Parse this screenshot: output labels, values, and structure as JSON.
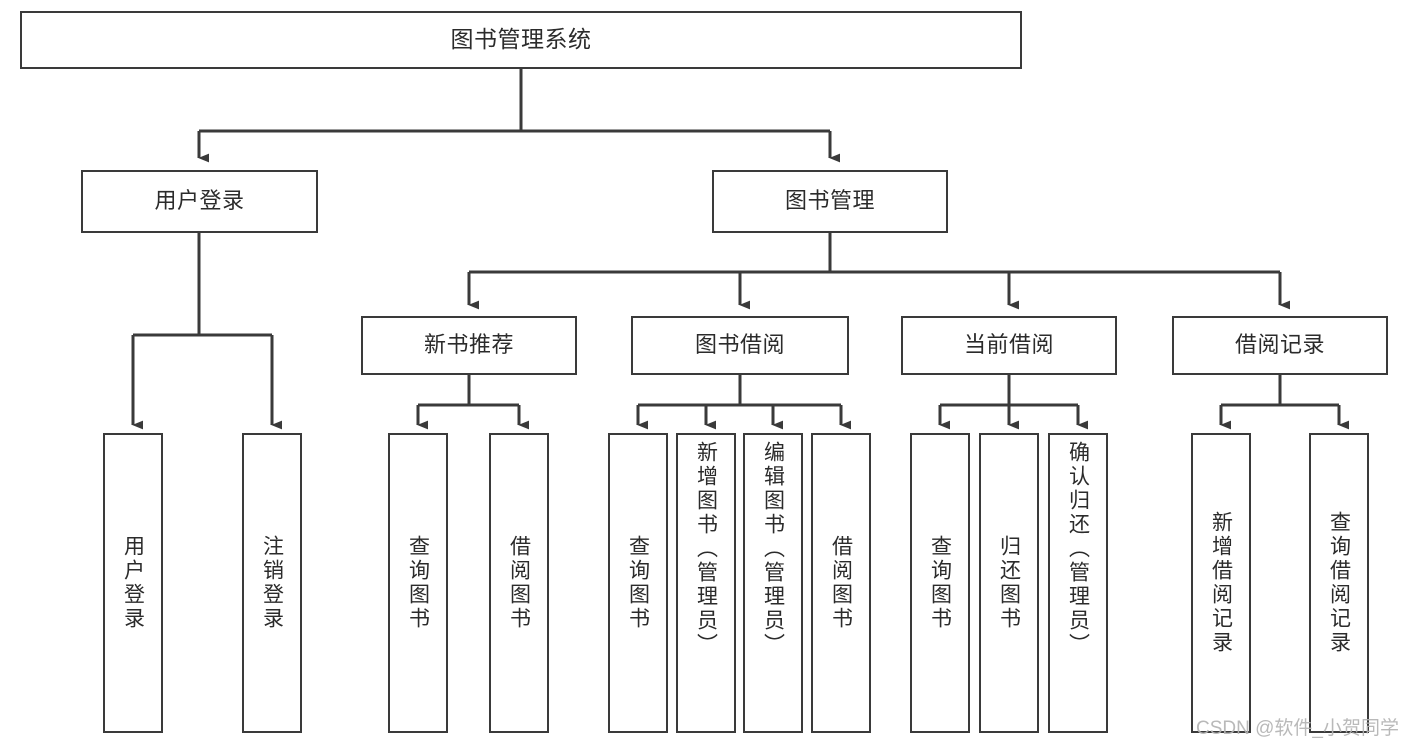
{
  "diagram": {
    "title": "图书管理系统",
    "type": "tree-hierarchy",
    "stroke_color": "#3a3a3a",
    "text_color": "#2b2b2b",
    "background_color": "#ffffff"
  },
  "watermark": {
    "text": "CSDN @软件_小贺同学",
    "color": "#b4b4b4"
  },
  "nodes": {
    "root": {
      "label": "图书管理系统"
    },
    "level2": [
      {
        "label": "用户登录"
      },
      {
        "label": "图书管理"
      }
    ],
    "level3": [
      {
        "label": "新书推荐"
      },
      {
        "label": "图书借阅"
      },
      {
        "label": "当前借阅"
      },
      {
        "label": "借阅记录"
      }
    ],
    "leaves": {
      "user_login": [
        {
          "label": "用户登录"
        },
        {
          "label": "注销登录"
        }
      ],
      "new_book_rec": [
        {
          "label": "查询图书"
        },
        {
          "label": "借阅图书"
        }
      ],
      "book_borrow": [
        {
          "label": "查询图书"
        },
        {
          "label": "新增图书（管理员）"
        },
        {
          "label": "编辑图书（管理员）"
        },
        {
          "label": "借阅图书"
        }
      ],
      "current_borrow": [
        {
          "label": "查询图书"
        },
        {
          "label": "归还图书"
        },
        {
          "label": "确认归还（管理员）"
        }
      ],
      "borrow_record": [
        {
          "label": "新增借阅记录"
        },
        {
          "label": "查询借阅记录"
        }
      ]
    }
  }
}
